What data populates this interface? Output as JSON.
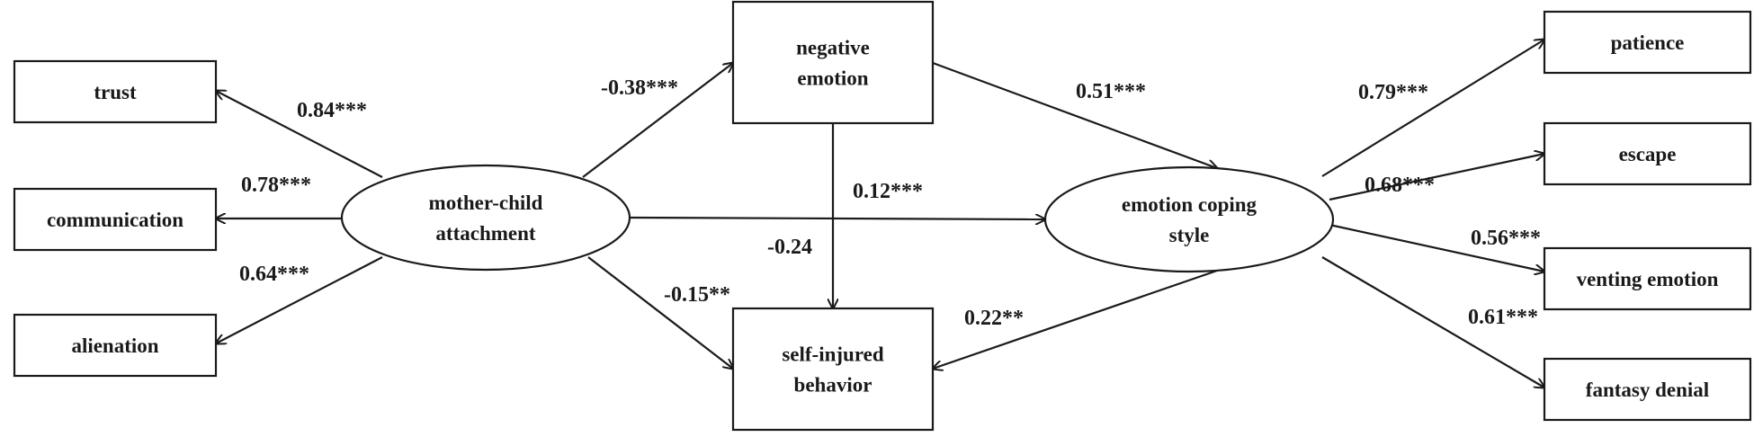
{
  "nodes": {
    "trust": [
      "trust"
    ],
    "communication": [
      "communication"
    ],
    "alienation": [
      "alienation"
    ],
    "mother_child_attachment": [
      "mother-child",
      "attachment"
    ],
    "negative_emotion": [
      "negative",
      "emotion"
    ],
    "self_injured_behavior": [
      "self-injured",
      "behavior"
    ],
    "emotion_coping_style": [
      "emotion coping",
      "style"
    ],
    "patience": [
      "patience"
    ],
    "escape": [
      "escape"
    ],
    "venting_emotion": [
      "venting emotion"
    ],
    "fantasy_denial": [
      "fantasy denial"
    ]
  },
  "paths": [
    {
      "from": "mother_child_attachment",
      "to": "trust",
      "coef": "0.84***"
    },
    {
      "from": "mother_child_attachment",
      "to": "communication",
      "coef": "0.78***"
    },
    {
      "from": "mother_child_attachment",
      "to": "alienation",
      "coef": "0.64***"
    },
    {
      "from": "mother_child_attachment",
      "to": "negative_emotion",
      "coef": "-0.38***"
    },
    {
      "from": "mother_child_attachment",
      "to": "emotion_coping_style",
      "coef": "0.12***"
    },
    {
      "from": "mother_child_attachment",
      "to": "self_injured_behavior",
      "coef": "-0.15**"
    },
    {
      "from": "negative_emotion",
      "to": "emotion_coping_style",
      "coef": "0.51***"
    },
    {
      "from": "negative_emotion",
      "to": "self_injured_behavior",
      "coef": "-0.24"
    },
    {
      "from": "emotion_coping_style",
      "to": "self_injured_behavior",
      "coef": "0.22**"
    },
    {
      "from": "emotion_coping_style",
      "to": "patience",
      "coef": "0.79***"
    },
    {
      "from": "emotion_coping_style",
      "to": "escape",
      "coef": "0.68***"
    },
    {
      "from": "emotion_coping_style",
      "to": "venting_emotion",
      "coef": "0.56***"
    },
    {
      "from": "emotion_coping_style",
      "to": "fantasy_denial",
      "coef": "0.61***"
    }
  ]
}
